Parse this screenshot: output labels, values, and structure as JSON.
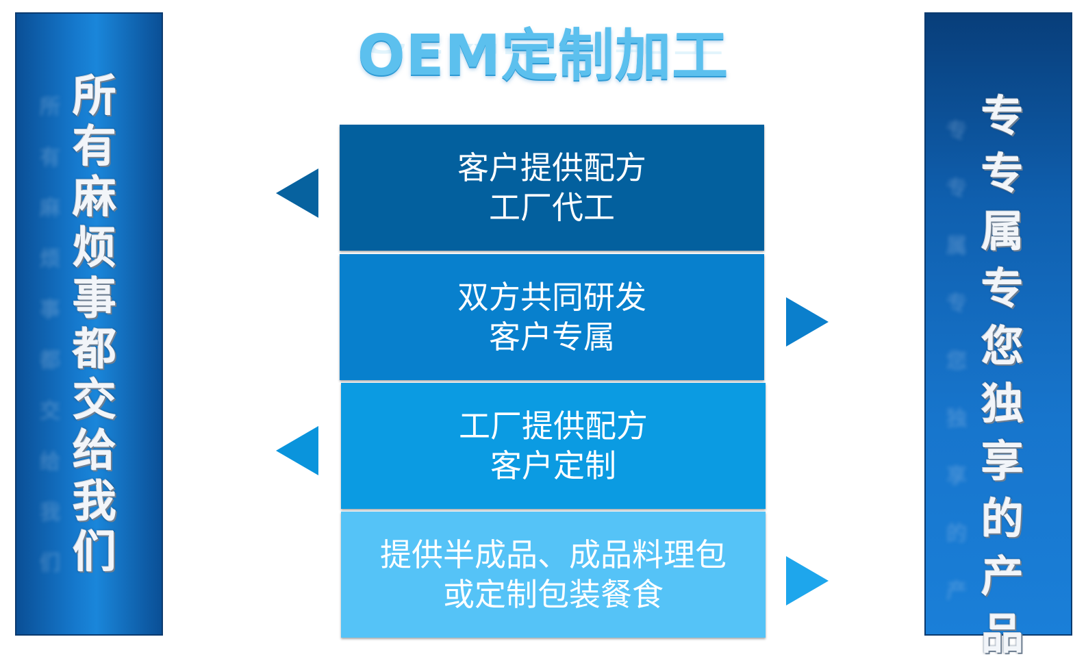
{
  "title": "OEM定制加工",
  "left_banner": [
    "所",
    "有",
    "麻",
    "烦",
    "事",
    "都",
    "交",
    "给",
    "我",
    "们"
  ],
  "right_banner": [
    "专",
    "专",
    "属",
    "专",
    "您",
    "独",
    "享",
    "的",
    "产",
    "品"
  ],
  "steps": [
    {
      "line1": "客户提供配方",
      "line2": "工厂代工",
      "arrow": "left",
      "color": "#03609e"
    },
    {
      "line1": "双方共同研发",
      "line2": "客户专属",
      "arrow": "right",
      "color": "#0880cd"
    },
    {
      "line1": "工厂提供配方",
      "line2": "客户定制",
      "arrow": "left",
      "color": "#0b9be2"
    },
    {
      "line1": "提供半成品、成品料理包",
      "line2": "或定制包装餐食",
      "arrow": "right",
      "color": "#55c3f7"
    }
  ],
  "colors": {
    "banner": "#1578cc",
    "title": "#5cc0ee"
  }
}
